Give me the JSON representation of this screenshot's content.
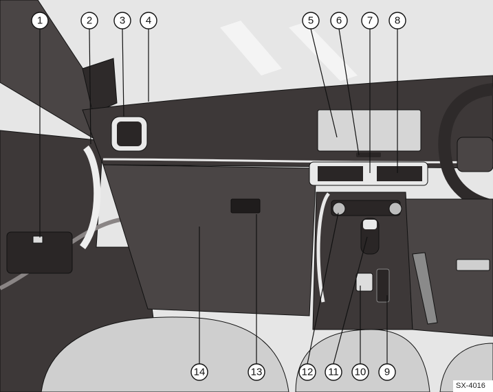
{
  "figure": {
    "code": "SX-4016",
    "callouts": [
      "1",
      "2",
      "3",
      "4",
      "5",
      "6",
      "7",
      "8",
      "9",
      "10",
      "11",
      "12",
      "13",
      "14"
    ]
  },
  "colors": {
    "sky": "#e4e4e4",
    "dash_dark": "#3d3838",
    "dash_panel": "#4a4545",
    "trim": "#e9e9e9",
    "seat": "#cfcfcf",
    "screen": "#d6d6d6",
    "outline": "#111111"
  }
}
